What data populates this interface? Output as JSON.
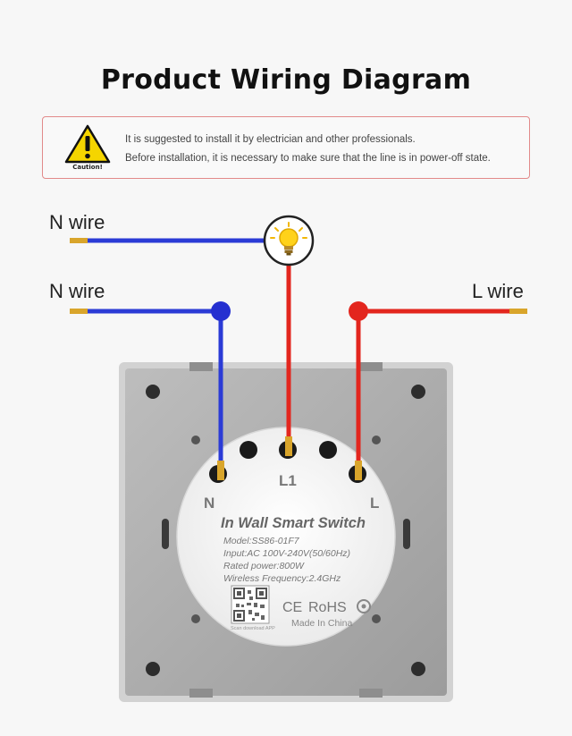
{
  "title": "Product Wiring Diagram",
  "caution": {
    "label": "Caution!",
    "line1": "It is suggested to install it by electrician and other professionals.",
    "line2": "Before installation, it is necessary to make sure that the line is in power-off state."
  },
  "wires": {
    "n_wire_top": "N wire",
    "n_wire_mid": "N wire",
    "l_wire": "L wire"
  },
  "terminals": {
    "n": "N",
    "l1": "L1",
    "l": "L"
  },
  "module": {
    "name": "In Wall Smart Switch",
    "model": "Model:SS86-01F7",
    "input": "Input:AC 100V-240V(50/60Hz)",
    "power": "Rated power:800W",
    "frequency": "Wireless Frequency:2.4GHz",
    "scan": "Scan download APP",
    "ce": "CE",
    "rohs": "RoHS",
    "origin": "Made In China"
  },
  "colors": {
    "neutral_wire": "#2b3bd6",
    "live_wire": "#e3261e",
    "copper": "#d9a52b",
    "plate": "#a9a9a9",
    "caution_border": "#e28a8a"
  }
}
